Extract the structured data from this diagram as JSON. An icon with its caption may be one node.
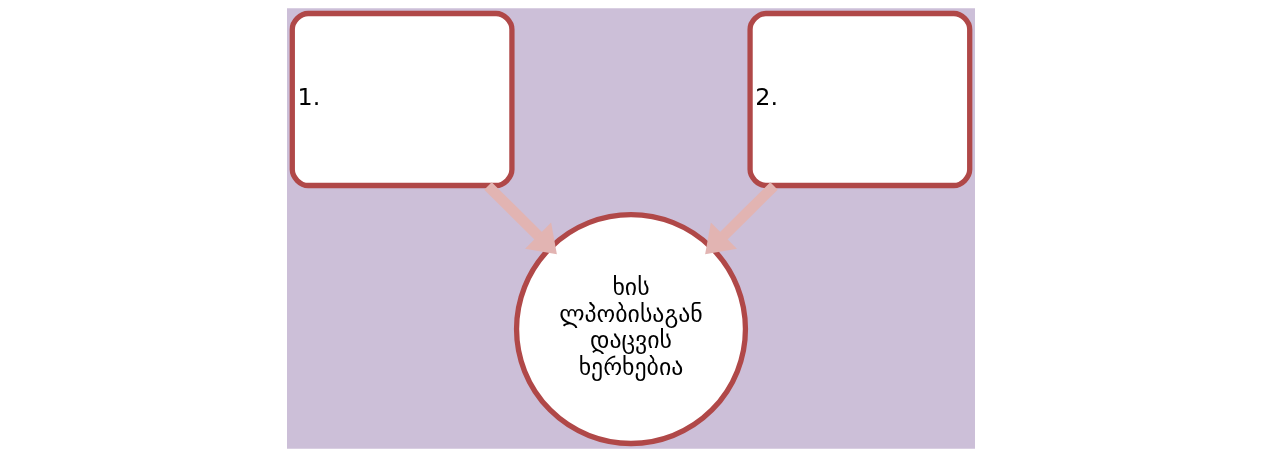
{
  "diagram": {
    "nodes": [
      {
        "text": [
          "1."
        ]
      },
      {
        "text": [
          "ხის ლპობისაგან დაცვის ხერხებია"
        ]
      },
      {
        "text": [
          "2."
        ]
      }
    ],
    "edges": [
      {
        "from": 0,
        "to": 1,
        "arrow": "to"
      },
      {
        "from": 2,
        "to": 1,
        "arrow": "to"
      }
    ]
  }
}
